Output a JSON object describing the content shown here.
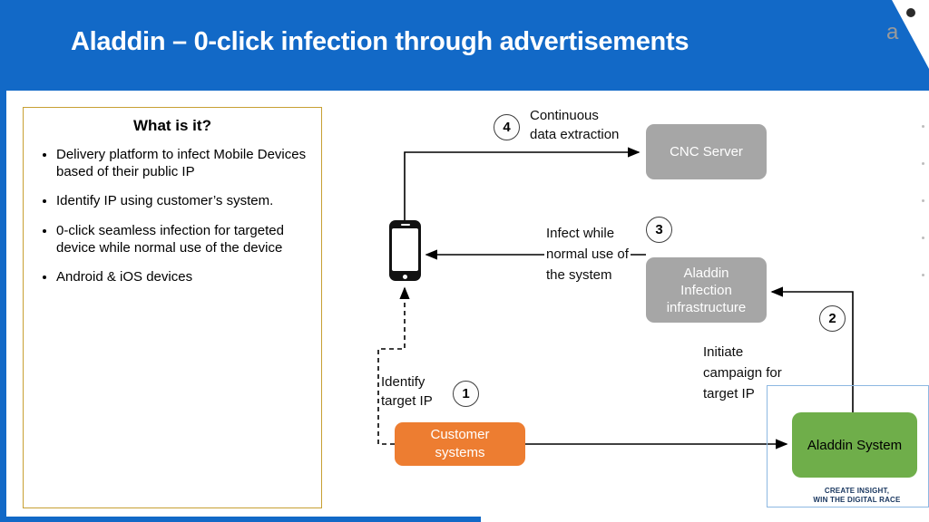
{
  "colors": {
    "header_blue": "#1269c7",
    "panel_border_gold": "#c7a033",
    "node_gray": "#a6a6a6",
    "node_green": "#6fae4a",
    "node_orange": "#ed7d31",
    "frame_light_blue": "#8db8e2",
    "tagline_navy": "#17355e"
  },
  "header": {
    "title": "Aladdin – 0-click infection through advertisements"
  },
  "logo": {
    "letter": "a"
  },
  "info_panel": {
    "title": "What is it?",
    "bullets": [
      "Delivery platform to infect Mobile Devices based of their public IP",
      "Identify IP using customer’s system.",
      "0-click seamless infection for targeted device while normal use of the device",
      "Android & iOS devices"
    ]
  },
  "diagram": {
    "nodes": {
      "cnc_server": "CNC Server",
      "infection_infrastructure": "Aladdin\nInfection\ninfrastructure",
      "aladdin_system": "Aladdin System",
      "customer_systems": "Customer\nsystems"
    },
    "steps": {
      "s1": {
        "num": "1",
        "label": "Identify\ntarget IP"
      },
      "s2": {
        "num": "2",
        "label": "Initiate\ncampaign for\ntarget IP"
      },
      "s3": {
        "num": "3",
        "label": "Infect while\nnormal use of\nthe system"
      },
      "s4": {
        "num": "4",
        "label": "Continuous\ndata extraction"
      }
    }
  },
  "footer": {
    "tagline": "CREATE INSIGHT,\nWIN THE DIGITAL RACE"
  }
}
